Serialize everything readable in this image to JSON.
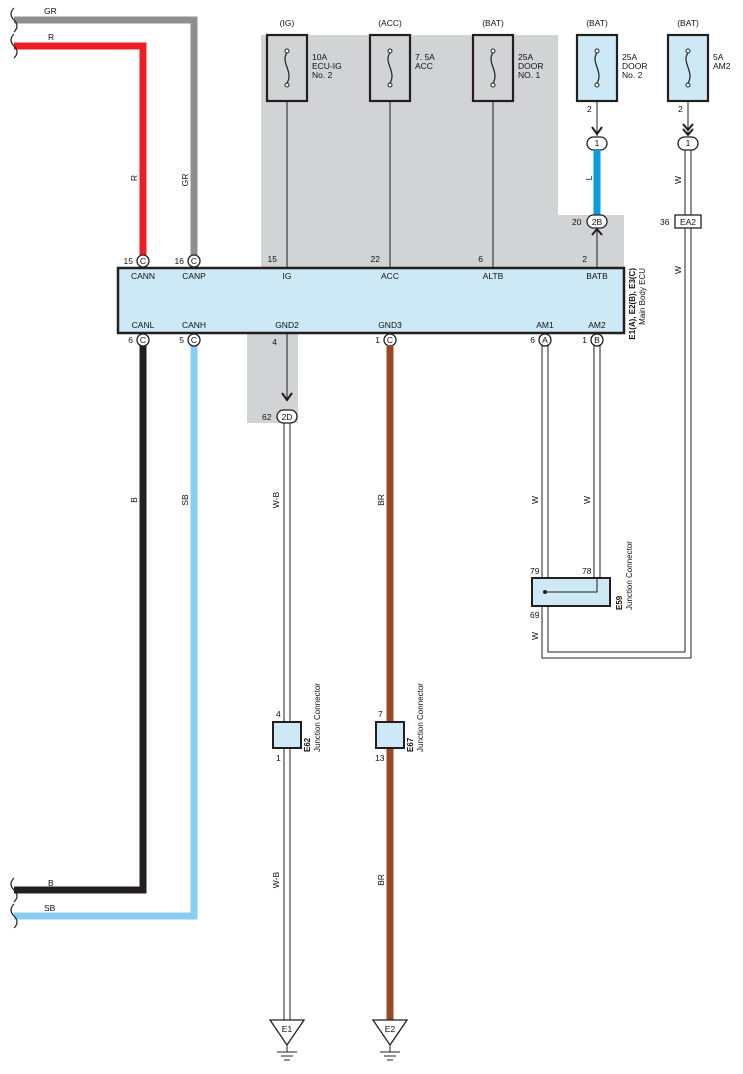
{
  "colors": {
    "gr": "#8f8f8f",
    "r": "#ee1c24",
    "b": "#231f20",
    "sb": "#87cef0",
    "l": "#0a9be0",
    "br": "#9a4a23",
    "ecu_fill": "#cde9f6",
    "shade": "#d2d3d5"
  },
  "wires": {
    "gr": "GR",
    "r": "R",
    "b": "B",
    "sb": "SB",
    "w_b": "W-B",
    "br": "BR",
    "w": "W",
    "l": "L"
  },
  "fuses": [
    {
      "supply": "(IG)",
      "rating": "10A",
      "name_lines": [
        "ECU-IG",
        "No. 2"
      ]
    },
    {
      "supply": "(ACC)",
      "rating": "7. 5A",
      "name_lines": [
        "ACC"
      ]
    },
    {
      "supply": "(BAT)",
      "rating": "25A",
      "name_lines": [
        "DOOR",
        "NO. 1"
      ]
    },
    {
      "supply": "(BAT)",
      "rating": "25A",
      "name_lines": [
        "DOOR",
        "No. 2"
      ]
    },
    {
      "supply": "(BAT)",
      "rating": "5A",
      "name_lines": [
        "AM2"
      ]
    }
  ],
  "fuse_pins": {
    "door2": "2",
    "am2": "2"
  },
  "ecu": {
    "id_line": "E1(A), E2(B), E3(C)",
    "name": "Main Body ECU",
    "top_pins": [
      {
        "num": "15",
        "conn": "C",
        "signal": "CANN"
      },
      {
        "num": "16",
        "conn": "C",
        "signal": "CANP"
      },
      {
        "num": "15",
        "conn": "",
        "signal": "IG"
      },
      {
        "num": "22",
        "conn": "",
        "signal": "ACC"
      },
      {
        "num": "6",
        "conn": "",
        "signal": "ALTB"
      },
      {
        "num": "2",
        "conn": "",
        "signal": "BATB"
      }
    ],
    "bottom_pins": [
      {
        "num": "6",
        "conn": "C",
        "signal": "CANL"
      },
      {
        "num": "5",
        "conn": "C",
        "signal": "CANH"
      },
      {
        "num": "4",
        "conn": "",
        "signal": "GND2"
      },
      {
        "num": "1",
        "conn": "C",
        "signal": "GND3"
      },
      {
        "num": "6",
        "conn": "A",
        "signal": "AM1"
      },
      {
        "num": "1",
        "conn": "B",
        "signal": "AM2"
      }
    ]
  },
  "inline_connectors": {
    "l_top": {
      "label": "1"
    },
    "l_bottom": {
      "label": "2B",
      "pin": "20"
    },
    "w_top": {
      "label": "1"
    },
    "w_bottom": {
      "label": "EA2",
      "pin": "36"
    },
    "gnd2": {
      "label": "2D",
      "pin": "62"
    }
  },
  "junctions": {
    "e59": {
      "id": "E59",
      "name": "Junction Connector",
      "pins": [
        "79",
        "78",
        "69"
      ]
    },
    "e62": {
      "id": "E62",
      "name": "Junction Connector",
      "pins": [
        "4",
        "1"
      ]
    },
    "e67": {
      "id": "E67",
      "name": "Junction Connector",
      "pins": [
        "7",
        "13"
      ]
    }
  },
  "grounds": [
    "E1",
    "E2"
  ]
}
